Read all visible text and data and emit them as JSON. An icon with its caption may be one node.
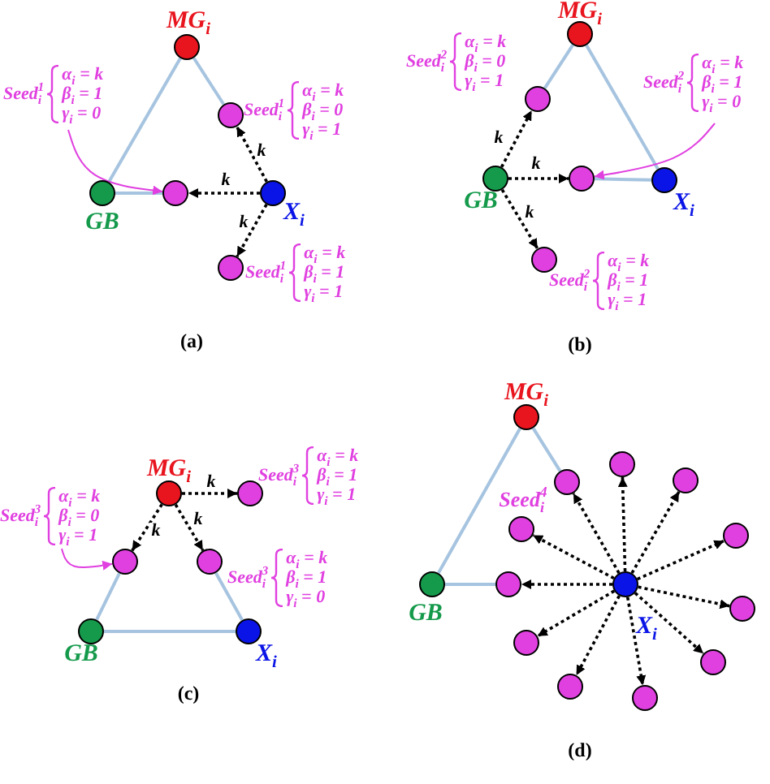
{
  "diagram": {
    "nodes": [
      {
        "text": [
          "MG$_{i}$"
        ]
      },
      {
        "text": [],
        "shape": "circle",
        "beside": [
          "Seed$_{i}$$^{1}$",
          "α$_{i}$ = k",
          "β$_{i}$ = 0",
          "γ$_{i}$ = 1"
        ]
      },
      {
        "text": [
          "Seed$_{i}$$^{1}$",
          "α$_{i}$ = k",
          "β$_{i}$ = 1",
          "γ$_{i}$ = 0"
        ]
      },
      {
        "text": [
          "GB"
        ]
      },
      {
        "text": [],
        "shape": "circle"
      },
      {
        "text": [
          "X$_{i}$"
        ]
      },
      {
        "text": [],
        "shape": "circle",
        "beside": [
          "Seed$_{i}$$^{1}$",
          "α$_{i}$ = k",
          "β$_{i}$ = 1",
          "γ$_{i}$ = 1"
        ]
      },
      {
        "text": [
          "MG$_{i}$"
        ]
      },
      {
        "text": [],
        "shape": "circle",
        "beside": [
          "Seed$_{i}$$^{2}$",
          "α$_{i}$ = k",
          "β$_{i}$ = 0",
          "γ$_{i}$ = 1"
        ]
      },
      {
        "text": [
          "Seed$_{i}$$^{2}$",
          "α$_{i}$ = k",
          "β$_{i}$ = 1",
          "γ$_{i}$ = 0"
        ]
      },
      {
        "text": [
          "GB"
        ]
      },
      {
        "text": [],
        "shape": "circle"
      },
      {
        "text": [
          "X$_{i}$"
        ]
      },
      {
        "text": [],
        "shape": "circle",
        "beside": [
          "Seed$_{i}$$^{2}$",
          "α$_{i}$ = k",
          "β$_{i}$ = 1",
          "γ$_{i}$ = 1"
        ]
      },
      {
        "text": [
          "MG$_{i}$"
        ]
      },
      {
        "text": [],
        "shape": "circle",
        "beside": [
          "Seed$_{i}$$^{3}$",
          "α$_{i}$ = k",
          "β$_{i}$ = 1",
          "γ$_{i}$ = 1"
        ]
      },
      {
        "text": [
          "Seed$_{i}$$^{3}$",
          "α$_{i}$ = k",
          "β$_{i}$ = 0",
          "γ$_{i}$ = 1"
        ]
      },
      {
        "text": [],
        "shape": "circle"
      },
      {
        "text": [],
        "shape": "circle",
        "beside": [
          "Seed$_{i}$$^{3}$",
          "α$_{i}$ = k",
          "β$_{i}$ = 1",
          "γ$_{i}$ = 0"
        ]
      },
      {
        "text": [
          "GB"
        ]
      },
      {
        "text": [
          "X$_{i}$"
        ]
      },
      {
        "text": [
          "MG$_{i}$"
        ]
      },
      {
        "text": [],
        "shape": "circle"
      },
      {
        "text": [],
        "shape": "circle"
      },
      {
        "text": [],
        "shape": "circle"
      },
      {
        "text": [],
        "shape": "circle"
      },
      {
        "text": [],
        "shape": "circle"
      },
      {
        "text": [],
        "shape": "circle"
      },
      {
        "text": [],
        "shape": "circle"
      },
      {
        "text": [],
        "shape": "circle"
      },
      {
        "text": [],
        "shape": "circle"
      },
      {
        "text": [],
        "shape": "circle"
      },
      {
        "text": [],
        "shape": "circle"
      },
      {
        "text": [
          "GB"
        ]
      },
      {
        "text": [
          "X$_{i}$"
        ]
      }
    ],
    "edges": [
      {
        "from": 0,
        "to": 3,
        "arrow": "none",
        "color": "#a6c4e0"
      },
      {
        "from": 0,
        "to": 1,
        "arrow": "none",
        "color": "#a6c4e0"
      },
      {
        "from": 3,
        "to": 4,
        "arrow": "none",
        "color": "#a6c4e0"
      },
      {
        "from": 5,
        "to": 1,
        "arrow": "to",
        "style": "dashed",
        "label": "k"
      },
      {
        "from": 5,
        "to": 4,
        "arrow": "to",
        "style": "dashed",
        "label": "k"
      },
      {
        "from": 5,
        "to": 6,
        "arrow": "to",
        "style": "dashed",
        "label": "k"
      },
      {
        "from": 2,
        "to": 4,
        "arrow": "to",
        "color": "#e040e0"
      },
      {
        "from": 7,
        "to": 8,
        "arrow": "none",
        "color": "#a6c4e0"
      },
      {
        "from": 7,
        "to": 12,
        "arrow": "none",
        "color": "#a6c4e0"
      },
      {
        "from": 12,
        "to": 11,
        "arrow": "none",
        "color": "#a6c4e0"
      },
      {
        "from": 10,
        "to": 8,
        "arrow": "to",
        "style": "dashed",
        "label": "k"
      },
      {
        "from": 10,
        "to": 11,
        "arrow": "to",
        "style": "dashed",
        "label": "k"
      },
      {
        "from": 10,
        "to": 13,
        "arrow": "to",
        "style": "dashed",
        "label": "k"
      },
      {
        "from": 9,
        "to": 11,
        "arrow": "to",
        "color": "#e040e0"
      },
      {
        "from": 17,
        "to": 19,
        "arrow": "none",
        "color": "#a6c4e0"
      },
      {
        "from": 18,
        "to": 20,
        "arrow": "none",
        "color": "#a6c4e0"
      },
      {
        "from": 19,
        "to": 20,
        "arrow": "none",
        "color": "#a6c4e0"
      },
      {
        "from": 14,
        "to": 17,
        "arrow": "to",
        "style": "dashed",
        "label": "k"
      },
      {
        "from": 14,
        "to": 18,
        "arrow": "to",
        "style": "dashed",
        "label": "k"
      },
      {
        "from": 14,
        "to": 15,
        "arrow": "to",
        "style": "dashed",
        "label": "k"
      },
      {
        "from": 16,
        "to": 17,
        "arrow": "to",
        "color": "#e040e0"
      },
      {
        "from": 21,
        "to": 33,
        "arrow": "none",
        "color": "#a6c4e0"
      },
      {
        "from": 21,
        "to": 22,
        "arrow": "none",
        "color": "#a6c4e0"
      },
      {
        "from": 33,
        "to": 23,
        "arrow": "none",
        "color": "#a6c4e0"
      },
      {
        "from": 34,
        "to": 22,
        "arrow": "to",
        "style": "dashed"
      },
      {
        "from": 34,
        "to": 23,
        "arrow": "to",
        "style": "dashed"
      },
      {
        "from": 34,
        "to": 24,
        "arrow": "to",
        "style": "dashed"
      },
      {
        "from": 34,
        "to": 25,
        "arrow": "to",
        "style": "dashed"
      },
      {
        "from": 34,
        "to": 26,
        "arrow": "to",
        "style": "dashed"
      },
      {
        "from": 34,
        "to": 27,
        "arrow": "to",
        "style": "dashed"
      },
      {
        "from": 34,
        "to": 28,
        "arrow": "to",
        "style": "dashed"
      },
      {
        "from": 34,
        "to": 29,
        "arrow": "to",
        "style": "dashed"
      },
      {
        "from": 34,
        "to": 30,
        "arrow": "to",
        "style": "dashed"
      },
      {
        "from": 34,
        "to": 31,
        "arrow": "to",
        "style": "dashed"
      },
      {
        "from": 34,
        "to": 32,
        "arrow": "to",
        "style": "dashed"
      }
    ],
    "labels": [
      "(a)",
      "(b)",
      "(c)",
      "Seed$_{i}$$^{4}$",
      "(d)"
    ]
  }
}
